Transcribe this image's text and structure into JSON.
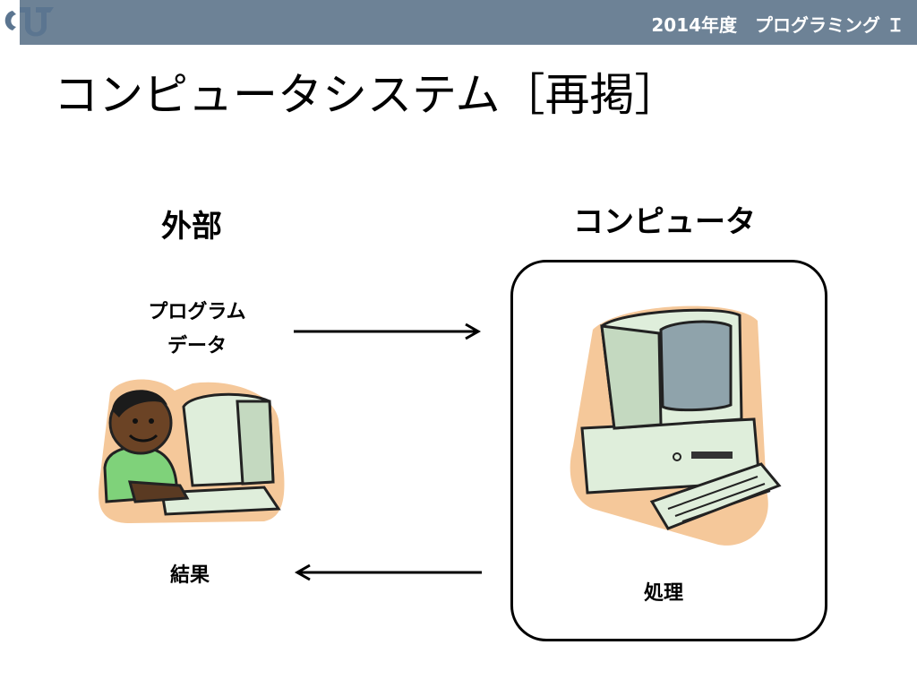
{
  "header": {
    "course": "2014年度　プログラミング Ｉ"
  },
  "slide": {
    "title": "コンピュータシステム［再掲］"
  },
  "diagram": {
    "external_label": "外部",
    "computer_label": "コンピュータ",
    "input_line1": "プログラム",
    "input_line2": "データ",
    "output_label": "結果",
    "process_label": "処理"
  },
  "icons": [
    "university-logo-icon",
    "person-at-computer-icon",
    "desktop-computer-icon",
    "right-arrow-icon",
    "left-arrow-icon"
  ]
}
